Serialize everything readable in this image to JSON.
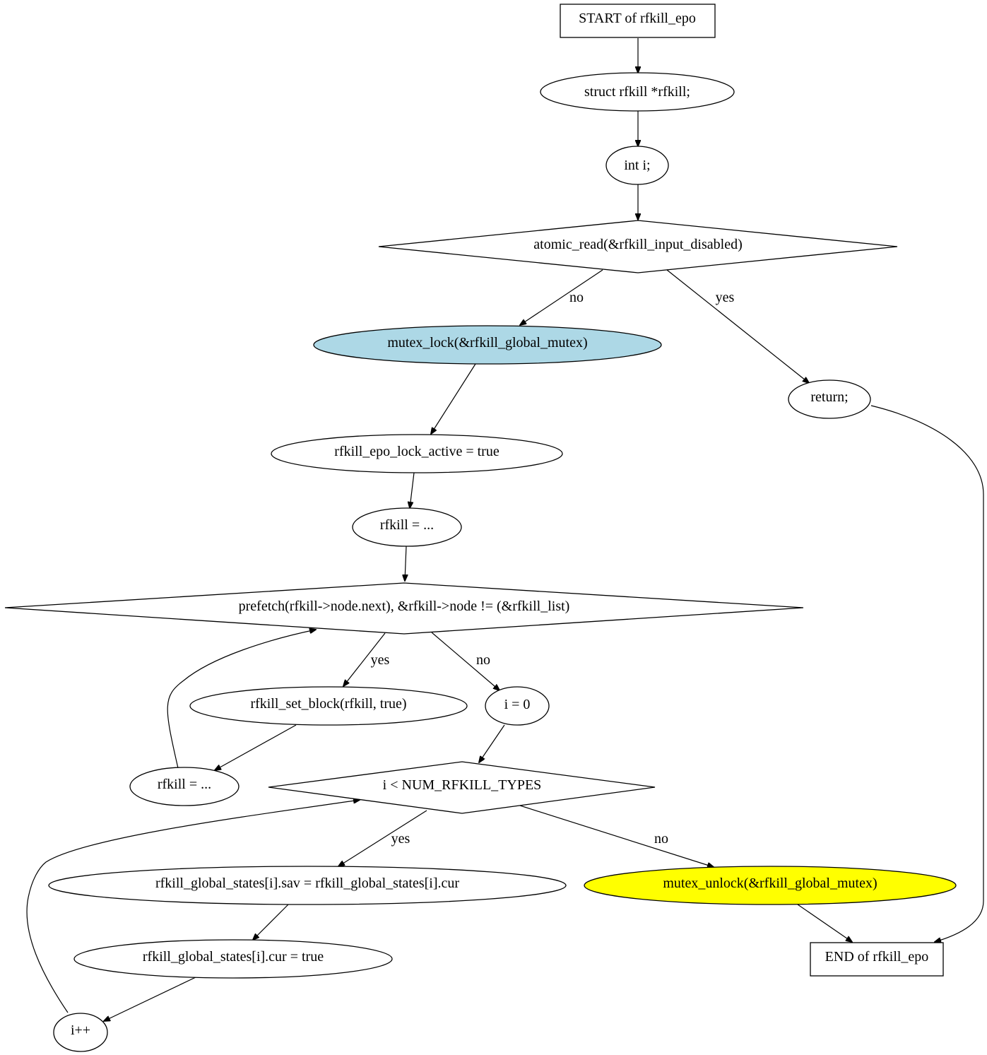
{
  "diagram": {
    "nodes": {
      "start": "START of rfkill_epo",
      "decl_rfkill": "struct rfkill *rfkill;",
      "decl_i": "int i;",
      "cond_disabled": "atomic_read(&rfkill_input_disabled)",
      "mutex_lock": "mutex_lock(&rfkill_global_mutex)",
      "return": "return;",
      "lock_active": "rfkill_epo_lock_active = true",
      "rfkill_init": "rfkill = ...",
      "cond_list": "prefetch(rfkill->node.next), &rfkill->node != (&rfkill_list)",
      "set_block": "rfkill_set_block(rfkill, true)",
      "i_init": "i = 0",
      "rfkill_next": "rfkill = ...",
      "cond_types": "i < NUM_RFKILL_TYPES",
      "sav_assign": "rfkill_global_states[i].sav = rfkill_global_states[i].cur",
      "mutex_unlock": "mutex_unlock(&rfkill_global_mutex)",
      "cur_assign": "rfkill_global_states[i].cur = true",
      "end": "END of rfkill_epo",
      "i_inc": "i++"
    },
    "edge_labels": {
      "disabled_no": "no",
      "disabled_yes": "yes",
      "list_yes": "yes",
      "list_no": "no",
      "types_yes": "yes",
      "types_no": "no"
    },
    "colors": {
      "mutex_lock_fill": "#add8e6",
      "mutex_unlock_fill": "#ffff00",
      "default_fill": "#ffffff",
      "stroke": "#000000"
    }
  }
}
